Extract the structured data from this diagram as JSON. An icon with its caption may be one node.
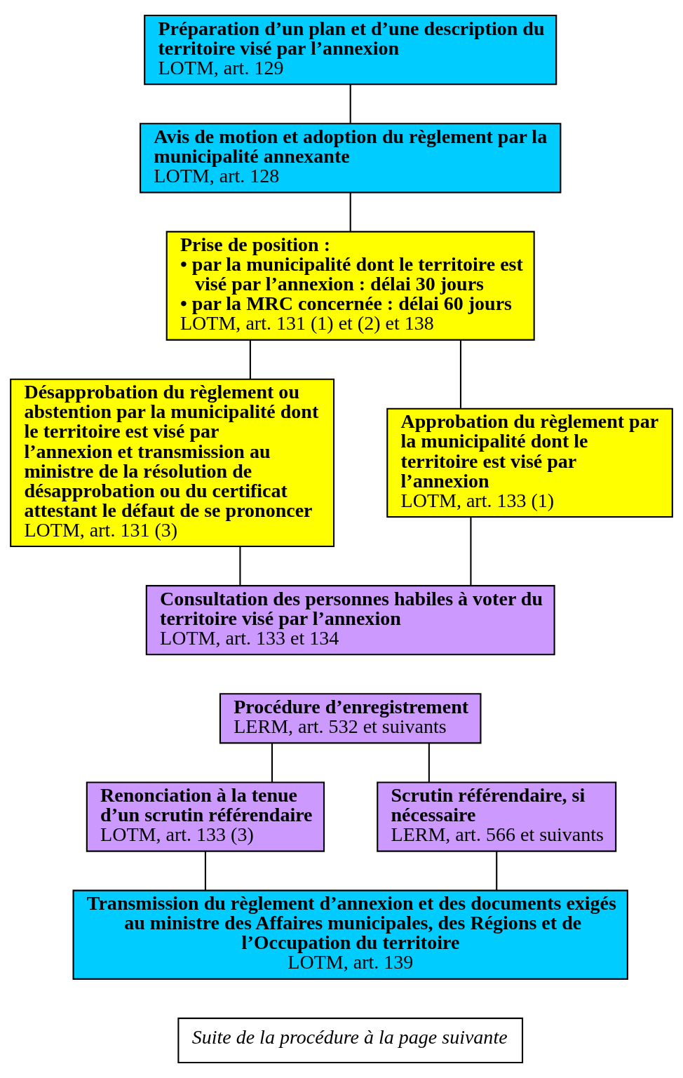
{
  "diagram": {
    "nodes": [
      {
        "text": [
          "Préparation d’un plan et d’une description du territoire visé par l’annexion",
          "LOTM, art. 129"
        ]
      },
      {
        "text": [
          "Avis de motion et adoption du règlement par la municipalité annexante",
          "LOTM, art. 128"
        ]
      },
      {
        "text": [
          "Prise de position :",
          "• par la municipalité dont le territoire est visé par l’annexion : délai 30 jours",
          "• par la MRC concernée : délai 60 jours",
          "LOTM, art. 131 (1) et (2) et 138"
        ]
      },
      {
        "text": [
          "Désapprobation du règlement ou abstention par la municipalité dont le territoire est visé par l’annexion et transmission au ministre de la résolution de désapprobation ou du certificat attestant le défaut de se prononcer",
          "LOTM, art. 131 (3)"
        ]
      },
      {
        "text": [
          "Approbation du règlement par la municipalité dont le territoire est visé par l’annexion",
          "LOTM, art. 133 (1)"
        ]
      },
      {
        "text": [
          "Consultation des personnes habiles à voter du territoire visé par l’annexion",
          "LOTM, art. 133 et 134"
        ]
      },
      {
        "text": [
          "Procédure d’enregistrement",
          "LERM, art. 532 et suivants"
        ]
      },
      {
        "text": [
          "Renonciation à la tenue d’un scrutin référendaire",
          "LOTM, art. 133 (3)"
        ]
      },
      {
        "text": [
          "Scrutin référendaire, si nécessaire",
          "LERM, art. 566 et suivants"
        ]
      },
      {
        "text": [
          "Transmission du règlement d’annexion et des documents exigés au ministre des Affaires municipales, des Régions et de l’Occupation du territoire",
          "LOTM, art. 139"
        ]
      },
      {
        "text": [
          "Suite de la procédure à la page suivante"
        ]
      }
    ],
    "edges": [
      {
        "from": 0,
        "to": 1,
        "arrow": "none"
      },
      {
        "from": 1,
        "to": 2,
        "arrow": "none"
      },
      {
        "from": 2,
        "to": 3,
        "arrow": "none"
      },
      {
        "from": 2,
        "to": 4,
        "arrow": "none"
      },
      {
        "from": 3,
        "to": 5,
        "arrow": "none"
      },
      {
        "from": 4,
        "to": 5,
        "arrow": "none"
      },
      {
        "from": 6,
        "to": 7,
        "arrow": "none"
      },
      {
        "from": 6,
        "to": 8,
        "arrow": "none"
      },
      {
        "from": 7,
        "to": 9,
        "arrow": "none"
      },
      {
        "from": 8,
        "to": 9,
        "arrow": "none"
      }
    ]
  }
}
